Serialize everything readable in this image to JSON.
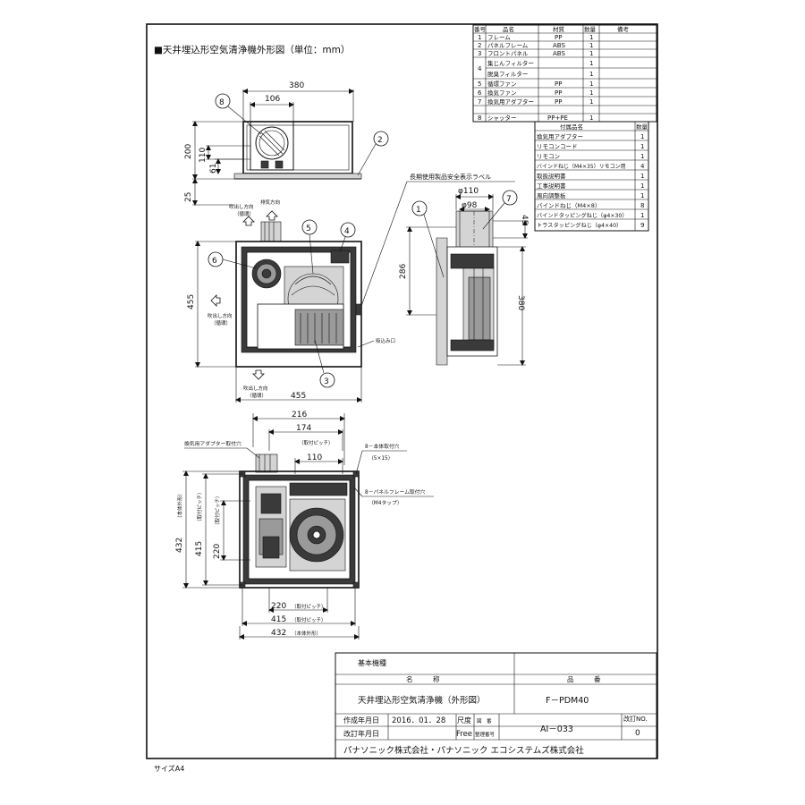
{
  "drawing_title": "■天井埋込形空気清浄機外形図（単位：mm）",
  "paper_size": "サイズA4",
  "parts_table": {
    "headers": [
      "番号",
      "品名",
      "材質",
      "数量",
      "備考"
    ],
    "rows": [
      {
        "no": "1",
        "name": "フレーム",
        "material": "PP",
        "qty": "1"
      },
      {
        "no": "2",
        "name": "パネルフレーム",
        "material": "ABS",
        "qty": "1"
      },
      {
        "no": "3",
        "name": "フロントパネル",
        "material": "ABS",
        "qty": "1"
      },
      {
        "no": "4",
        "name": "集じんフィルター",
        "material": "",
        "qty": "1"
      },
      {
        "no": "",
        "name": "脱臭フィルター",
        "material": "",
        "qty": "1"
      },
      {
        "no": "5",
        "name": "循環ファン",
        "material": "PP",
        "qty": "1"
      },
      {
        "no": "6",
        "name": "換気ファン",
        "material": "PP",
        "qty": "1"
      },
      {
        "no": "7",
        "name": "換気用アダプター",
        "material": "PP",
        "qty": "1"
      },
      {
        "no": "8",
        "name": "シャッター",
        "material": "PP+PE",
        "qty": "1"
      }
    ]
  },
  "accessory_table": {
    "headers": [
      "付属品名",
      "数量"
    ],
    "rows": [
      {
        "name": "換気用アダプター",
        "qty": "1"
      },
      {
        "name": "リモコンコード",
        "qty": "1"
      },
      {
        "name": "リモコン",
        "qty": "1"
      },
      {
        "name": "バインドねじ（M4×35）リモコン用",
        "qty": "4"
      },
      {
        "name": "取扱説明書",
        "qty": "1"
      },
      {
        "name": "工事説明書",
        "qty": "1"
      },
      {
        "name": "風向調整板",
        "qty": "1"
      },
      {
        "name": "バインドねじ（M4×8）",
        "qty": "8"
      },
      {
        "name": "バインドタッピングねじ（φ4×30）",
        "qty": "1"
      },
      {
        "name": "トラスタッピングねじ（φ4×40）",
        "qty": "9"
      }
    ]
  },
  "callouts": [
    "1",
    "2",
    "3",
    "4",
    "5",
    "6",
    "7",
    "8"
  ],
  "dimensions": {
    "top_380": "380",
    "top_106": "106",
    "top_200": "200",
    "top_110": "110",
    "top_61": "61",
    "top_25": "25",
    "phi110": "φ110",
    "phi98": "φ98",
    "side_45": "45",
    "side_286": "286",
    "side_380": "380",
    "plan_455_h": "455",
    "plan_455_v": "455",
    "b_216": "216",
    "b_174": "174",
    "b_110": "110",
    "b_432_v": "432",
    "b_415_v": "415",
    "b_220_v": "220",
    "b_220_h": "220",
    "b_415_h": "415",
    "b_432_h": "432"
  },
  "notes": {
    "label_note": "長期使用製品安全表示ラベル",
    "exhaust_dir_top": "吹出し方向",
    "exhaust_dir_sub": "（循環）",
    "vent_dir": "排気方向",
    "exhaust_dir_left": "吹出し方向",
    "exhaust_dir_left_sub": "（循環）",
    "exhaust_dir_bottom": "吹出し方向",
    "exhaust_dir_bottom_sub": "（循環）",
    "intake": "吸込み口",
    "adapter_hole": "換気用アダプター取付穴",
    "body_holes": "8－本体取付穴",
    "body_holes_sub": "（5×15）",
    "panel_holes": "8－パネルフレーム取付穴",
    "panel_holes_sub": "（M4タップ）",
    "pitch": "（取付ピッチ）",
    "outer": "（本体外形）"
  },
  "title_block": {
    "model_basic": "基本機種",
    "name_label": "名　　　称",
    "part_no_label": "品　　　番",
    "name_value": "天井埋込形空気清浄機（外形図）",
    "part_no_value": "F－PDM40",
    "created_label": "作成年月日",
    "created_value": "2016．01．28",
    "revised_label": "改訂年月日",
    "scale_label": "尺度",
    "scale_value": "Free",
    "drawing_no_label": "図　番",
    "ref_no_label": "整理番号",
    "drawing_no_value": "AI－033",
    "rev_label": "改訂NO.",
    "rev_value": "0",
    "company": "パナソニック株式会社・パナソニック エコシステムズ株式会社"
  }
}
